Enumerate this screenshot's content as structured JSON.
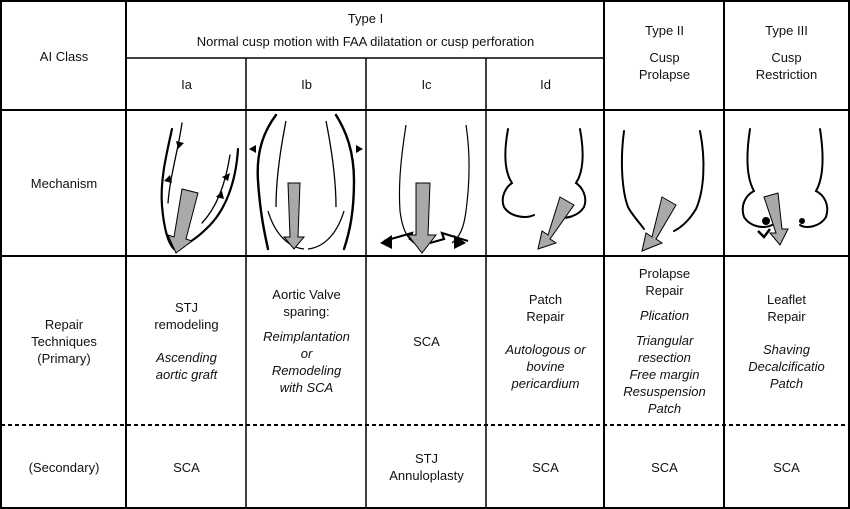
{
  "header": {
    "ai_class": "AI Class",
    "type1": "Type I",
    "type1_desc": "Normal cusp motion with FAA dilatation or cusp perforation",
    "type2": [
      "Type II",
      "Cusp",
      "Prolapse"
    ],
    "type3": [
      "Type III",
      "Cusp",
      "Restriction"
    ],
    "subclasses": [
      "Ia",
      "Ib",
      "Ic",
      "Id"
    ]
  },
  "rows": {
    "mechanism": "Mechanism",
    "repair": [
      "Repair",
      "Techniques",
      "(Primary)"
    ],
    "secondary": "(Secondary)"
  },
  "primary": {
    "ia": {
      "title": [
        "STJ",
        "remodeling"
      ],
      "detail": [
        "Ascending",
        "aortic graft"
      ]
    },
    "ib": {
      "title": [
        "Aortic Valve",
        "sparing:"
      ],
      "detail": [
        "Reimplantation",
        "or",
        "Remodeling",
        "with SCA"
      ]
    },
    "ic": {
      "title": [
        "SCA"
      ]
    },
    "id": {
      "title": [
        "Patch",
        "Repair"
      ],
      "detail": [
        "Autologous or",
        "bovine",
        "pericardium"
      ]
    },
    "t2": {
      "title": [
        "Prolapse",
        "Repair"
      ],
      "detail1": [
        "Plication"
      ],
      "detail2": [
        "Triangular",
        "resection",
        "Free margin",
        "Resuspension",
        "Patch"
      ]
    },
    "t3": {
      "title": [
        "Leaflet",
        "Repair"
      ],
      "detail": [
        "Shaving",
        "Decalcificatio",
        "Patch"
      ]
    }
  },
  "secondary": {
    "ia": "SCA",
    "ib": "",
    "ic": [
      "STJ",
      "Annuloplasty"
    ],
    "id": "SCA",
    "t2": "SCA",
    "t3": "SCA"
  },
  "colors": {
    "arrow_fill": "#a9a9a9",
    "line": "#000000"
  }
}
